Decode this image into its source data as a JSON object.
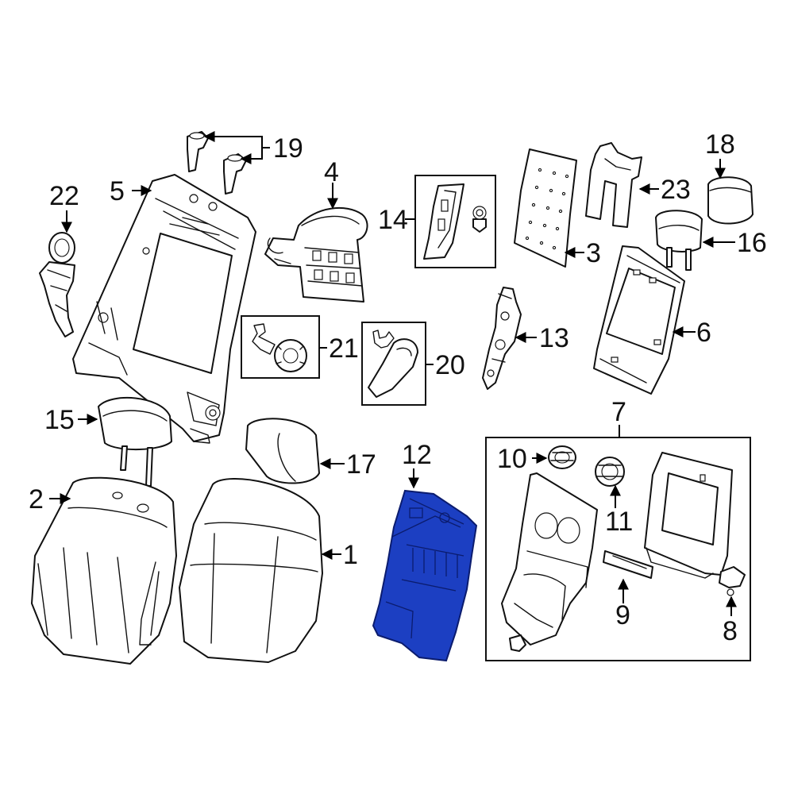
{
  "diagram": {
    "highlight_color": "#1c3fc2",
    "highlighted_part": "12",
    "callouts": {
      "c1": "1",
      "c2": "2",
      "c3": "3",
      "c4": "4",
      "c5": "5",
      "c6": "6",
      "c7": "7",
      "c8": "8",
      "c9": "9",
      "c10": "10",
      "c11": "11",
      "c12": "12",
      "c13": "13",
      "c14": "14",
      "c15": "15",
      "c16": "16",
      "c17": "17",
      "c18": "18",
      "c19": "19",
      "c20": "20",
      "c21": "21",
      "c22": "22",
      "c23": "23"
    }
  }
}
